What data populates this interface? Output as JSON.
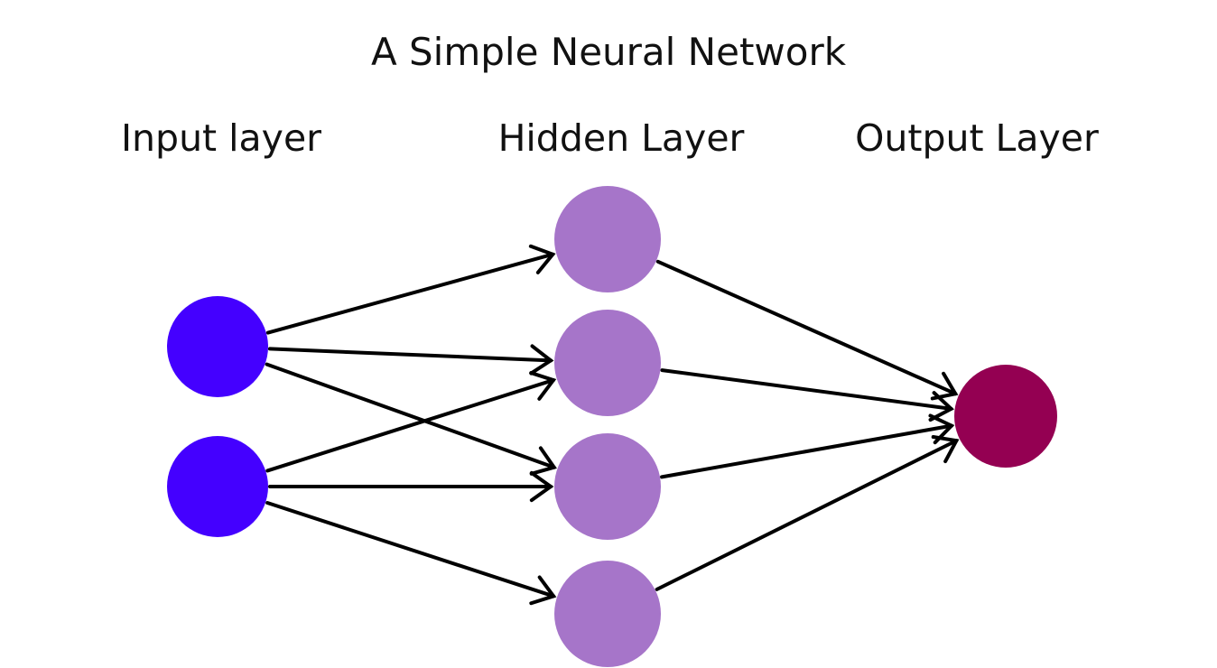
{
  "title": "A Simple Neural Network",
  "layers": [
    {
      "label": "Input layer",
      "color": "#4400ff",
      "nodes": [
        "input-1",
        "input-2"
      ]
    },
    {
      "label": "Hidden Layer",
      "color": "#a675c9",
      "nodes": [
        "hidden-1",
        "hidden-2",
        "hidden-3",
        "hidden-4"
      ]
    },
    {
      "label": "Output Layer",
      "color": "#940052",
      "nodes": [
        "output-1"
      ]
    }
  ],
  "edges": [
    [
      "input-1",
      "hidden-1"
    ],
    [
      "input-1",
      "hidden-2"
    ],
    [
      "input-1",
      "hidden-3"
    ],
    [
      "input-2",
      "hidden-2"
    ],
    [
      "input-2",
      "hidden-3"
    ],
    [
      "input-2",
      "hidden-4"
    ],
    [
      "hidden-1",
      "output-1"
    ],
    [
      "hidden-2",
      "output-1"
    ],
    [
      "hidden-3",
      "output-1"
    ],
    [
      "hidden-4",
      "output-1"
    ]
  ]
}
